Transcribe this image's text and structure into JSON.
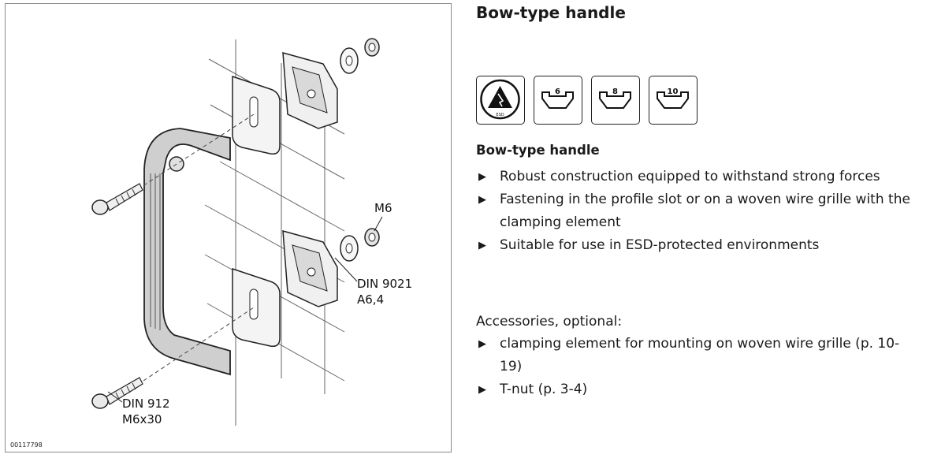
{
  "figure": {
    "callouts": {
      "nut": "M6",
      "washer_line1": "DIN 9021",
      "washer_line2": "A6,4",
      "screw_line1": "DIN 912",
      "screw_line2": "M6x30"
    },
    "figure_id": "00117798"
  },
  "title": "Bow-type handle",
  "icons": [
    {
      "name": "esd-icon",
      "label": "ESD"
    },
    {
      "name": "profile-slot-6-icon",
      "label": "6"
    },
    {
      "name": "profile-slot-8-icon",
      "label": "8"
    },
    {
      "name": "profile-slot-10-icon",
      "label": "10"
    }
  ],
  "section_title": "Bow-type handle",
  "features": [
    "Robust construction equipped to withstand strong forces",
    "Fastening in the profile slot or on a woven wire grille with the clamping element",
    "Suitable for use in ESD-protected environments"
  ],
  "accessories_label": "Accessories, optional:",
  "accessories": [
    "clamping element for mounting on woven wire grille (p. 10-19)",
    "T-nut (p. 3-4)"
  ],
  "bullet_glyph": "▶"
}
